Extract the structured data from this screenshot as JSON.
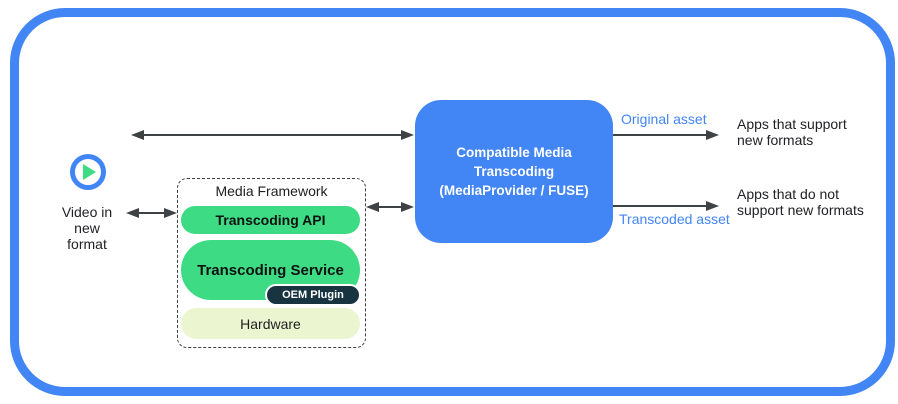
{
  "diagram": {
    "source": {
      "icon": "play-icon",
      "label_lines": [
        "Video in",
        "new",
        "format"
      ]
    },
    "media_framework": {
      "title": "Media Framework",
      "layers": {
        "api": "Transcoding API",
        "service": "Transcoding Service",
        "oem_plugin": "OEM Plugin",
        "hardware": "Hardware"
      }
    },
    "transcoding_box": {
      "lines": [
        "Compatible Media",
        "Transcoding",
        "(MediaProvider / FUSE)"
      ]
    },
    "outputs": {
      "original": {
        "arrow_label": "Original asset",
        "target_lines": [
          "Apps that support",
          "new formats"
        ]
      },
      "transcoded": {
        "arrow_label": "Transcoded asset",
        "target_lines": [
          "Apps that do not",
          "support new formats"
        ]
      }
    },
    "colors": {
      "accent_blue": "#4285f4",
      "green": "#3ddc84",
      "hardware_fill": "#ebf6d0",
      "oem_fill": "#173440",
      "arrow": "#3f4245",
      "text": "#202124"
    }
  }
}
